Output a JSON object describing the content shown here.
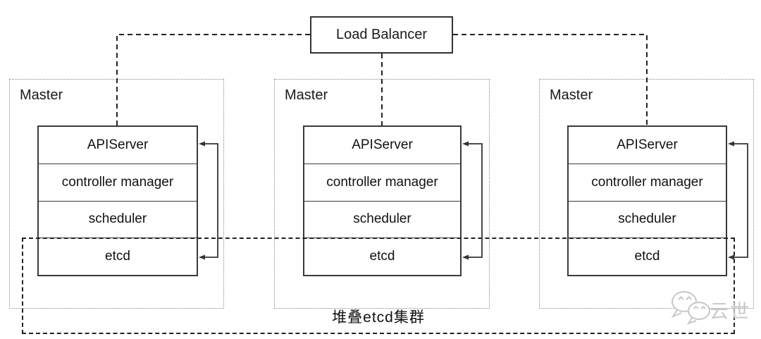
{
  "load_balancer": {
    "label": "Load Balancer"
  },
  "masters": [
    {
      "label": "Master",
      "components": [
        "APIServer",
        "controller manager",
        "scheduler",
        "etcd"
      ]
    },
    {
      "label": "Master",
      "components": [
        "APIServer",
        "controller manager",
        "scheduler",
        "etcd"
      ]
    },
    {
      "label": "Master",
      "components": [
        "APIServer",
        "controller manager",
        "scheduler",
        "etcd"
      ]
    }
  ],
  "etcd_cluster_label": "堆叠etcd集群",
  "watermark": {
    "label": "云世",
    "icon": "wechat-bubbles-icon"
  },
  "colors": {
    "solid_line": "#333333",
    "dashed_line": "#222222",
    "dotted_border": "#888888",
    "background": "#ffffff",
    "text": "#1a1a1a",
    "watermark": "#c8c8c8"
  }
}
